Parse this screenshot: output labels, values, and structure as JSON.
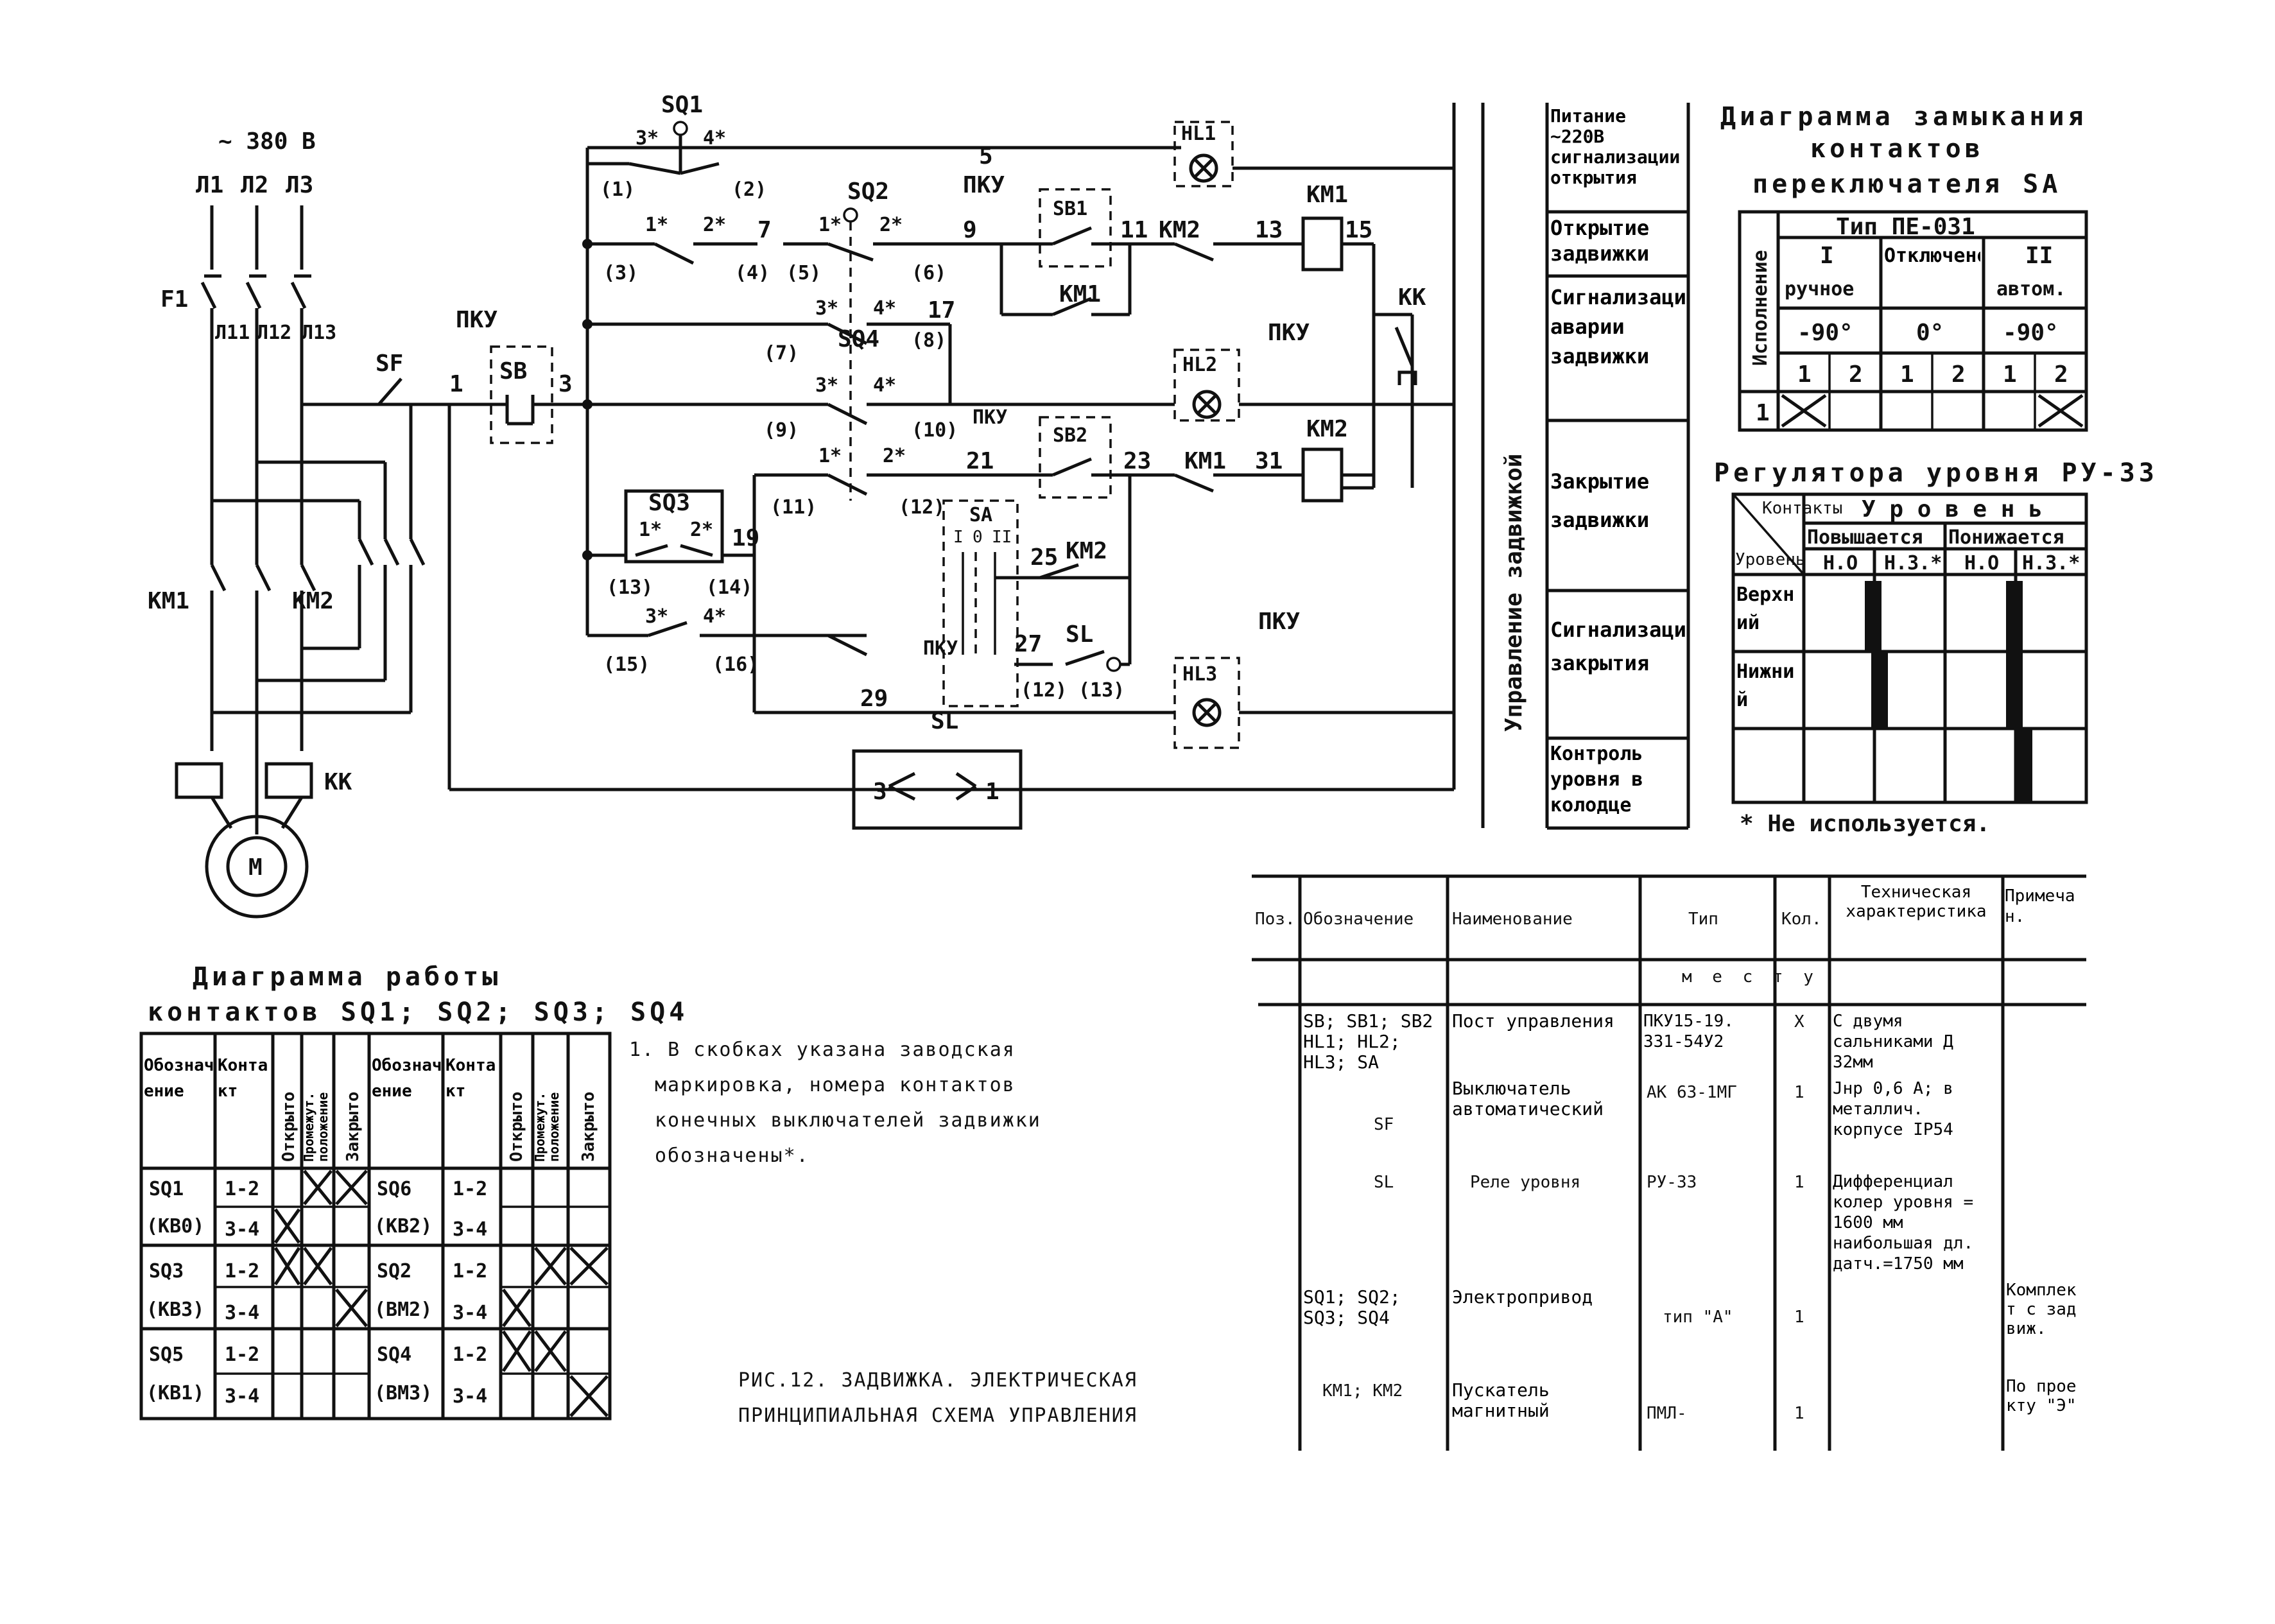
{
  "power": {
    "supply": "~ 380 В",
    "phases": [
      "Л1",
      "Л2",
      "Л3"
    ],
    "fuse": "F1",
    "phases_out": [
      "Л11",
      "Л12",
      "Л13"
    ],
    "contactor_1": "КМ1",
    "contactor_2": "КМ2",
    "thermal_relay": "КК",
    "motor": "М"
  },
  "control": {
    "breaker": "SF",
    "post": "ПКУ",
    "stop_button": "SB",
    "open_button": "SB1",
    "close_button": "SB2",
    "switch_sa": "SA",
    "sa_positions": [
      "I",
      "0",
      "II"
    ],
    "level_relay": "SL",
    "lamps": [
      "HL1",
      "HL2",
      "HL3"
    ],
    "limit_switches": [
      "SQ1",
      "SQ2",
      "SQ3",
      "SQ4"
    ],
    "relays": [
      "КМ1",
      "КМ2",
      "КК"
    ],
    "wire_numbers": [
      "1",
      "3",
      "5",
      "7",
      "9",
      "11",
      "13",
      "15",
      "17",
      "19",
      "21",
      "23",
      "25",
      "27",
      "29",
      "31"
    ],
    "factory_marks": [
      "(1)",
      "(2)",
      "(3)",
      "(4)",
      "(5)",
      "(6)",
      "(7)",
      "(8)",
      "(9)",
      "(10)",
      "(11)",
      "(12)",
      "(13)",
      "(14)",
      "(15)",
      "(16)"
    ],
    "contact_marks": [
      "1*",
      "2*",
      "3*",
      "4*"
    ],
    "sl_pins": [
      "3",
      "1"
    ]
  },
  "sections": {
    "vertical_title": "Управление задвижкой",
    "rows": [
      "Питание ~220В сигнализации открытия",
      "Открытие задвижки",
      "Сигнализация аварии задвижки",
      "Закрытие задвижки",
      "Сигнализация закрытия",
      "Контроль уровня в колодце"
    ]
  },
  "sa_diagram": {
    "title": [
      "Диаграмма замыкания",
      "контактов",
      "переключателя SA"
    ],
    "type_label": "Тип ПЕ-031",
    "side_label": "Исполнение",
    "positions": [
      {
        "num": "I",
        "name": "ручное",
        "angle": "-90°"
      },
      {
        "num": "",
        "name": "Отключено",
        "angle": "0°"
      },
      {
        "num": "II",
        "name": "автом.",
        "angle": "-90°"
      }
    ],
    "contacts": [
      "1",
      "2",
      "1",
      "2",
      "1",
      "2"
    ],
    "row_label": "1",
    "closed": [
      true,
      false,
      false,
      false,
      false,
      true
    ]
  },
  "level_regulator": {
    "title": "Регулятора уровня РУ-33",
    "head_corner_top": "Контакты",
    "head_corner_bottom": "Уровень",
    "levels_header": "У р о в е н ь",
    "rising": "Повышается",
    "falling": "Понижается",
    "contact_types": [
      "Н.О",
      "Н.З.*",
      "Н.О",
      "Н.З.*"
    ],
    "rows": [
      "Верхний",
      "Нижний"
    ],
    "note": "* Не используется."
  },
  "contact_diagram": {
    "title": "Диаграмма работы",
    "subtitle": "контактов SQ1; SQ2; SQ3; SQ4",
    "headers": [
      "Обозначение",
      "Контакт",
      "Открыто",
      "Промежут. положение",
      "Закрыто"
    ],
    "left": [
      {
        "name": "SQ1",
        "sub": "(КВ0)",
        "contacts": [
          {
            "c": "1-2",
            "m": [
              false,
              true,
              true
            ]
          },
          {
            "c": "3-4",
            "m": [
              true,
              false,
              false
            ]
          }
        ]
      },
      {
        "name": "SQ3",
        "sub": "(КВ3)",
        "contacts": [
          {
            "c": "1-2",
            "m": [
              true,
              true,
              false
            ]
          },
          {
            "c": "3-4",
            "m": [
              false,
              false,
              true
            ]
          }
        ]
      },
      {
        "name": "SQ5",
        "sub": "(КВ1)",
        "contacts": [
          {
            "c": "1-2",
            "m": [
              false,
              false,
              false
            ]
          },
          {
            "c": "3-4",
            "m": [
              false,
              false,
              false
            ]
          }
        ]
      }
    ],
    "right": [
      {
        "name": "SQ6",
        "sub": "(КВ2)",
        "contacts": [
          {
            "c": "1-2",
            "m": [
              false,
              false,
              false
            ]
          },
          {
            "c": "3-4",
            "m": [
              false,
              false,
              false
            ]
          }
        ]
      },
      {
        "name": "SQ2",
        "sub": "(ВМ2)",
        "contacts": [
          {
            "c": "1-2",
            "m": [
              false,
              true,
              true
            ]
          },
          {
            "c": "3-4",
            "m": [
              true,
              false,
              false
            ]
          }
        ]
      },
      {
        "name": "SQ4",
        "sub": "(ВМ3)",
        "contacts": [
          {
            "c": "1-2",
            "m": [
              true,
              true,
              false
            ]
          },
          {
            "c": "3-4",
            "m": [
              false,
              false,
              true
            ]
          }
        ]
      }
    ]
  },
  "notes": {
    "text": [
      "1. В скобках указана заводская",
      "маркировка, номера контактов",
      "конечных выключателей задвижки",
      "обозначены*."
    ]
  },
  "caption": [
    "РИС.12. ЗАДВИЖКА. ЭЛЕКТРИЧЕСКАЯ",
    "ПРИНЦИПИАЛЬНАЯ СХЕМА УПРАВЛЕНИЯ"
  ],
  "spec_table": {
    "headers": [
      "Поз.",
      "Обозначение",
      "Наименование",
      "Тип",
      "Кол.",
      "Техническая характеристика",
      "Примечан."
    ],
    "group": "м е с т у",
    "rows": [
      {
        "des": "SB; SB1; SB2 HL1; HL2; HL3; SA",
        "name": "Пост управления",
        "type": "ПКУ15-19. 331-54У2",
        "qty": "Х",
        "tech": "С двумя сальниками Д 32мм",
        "note": ""
      },
      {
        "des": "SF",
        "name": "Выключатель автоматический",
        "type": "АК 63-1МГ",
        "qty": "1",
        "tech": "Jнр 0,6 А; в металлич. корпусе IP54",
        "note": ""
      },
      {
        "des": "SL",
        "name": "Реле уровня",
        "type": "РУ-33",
        "qty": "1",
        "tech": "Дифференциал колер уровня = 1600 мм наибольшая дл. датч.=1750 мм",
        "note": ""
      },
      {
        "des": "SQ1; SQ2; SQ3; SQ4",
        "name": "Электропривод",
        "type": "тип \"А\"",
        "qty": "1",
        "tech": "",
        "note": "Комплект с задвиж."
      },
      {
        "des": "КМ1; КМ2",
        "name": "Пускатель магнитный",
        "type": "ПМЛ-",
        "qty": "1",
        "tech": "",
        "note": "По проекту \"Э\""
      }
    ]
  }
}
